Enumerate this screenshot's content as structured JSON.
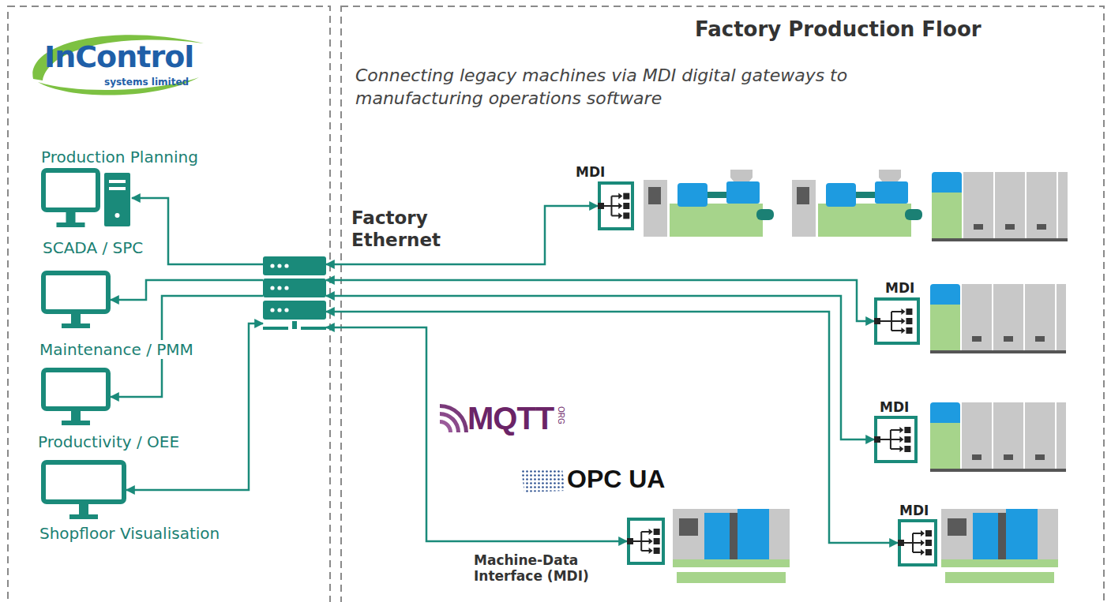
{
  "diagram": {
    "title": "Factory Production Floor",
    "caption": "Connecting legacy machines via MDI digital gateways to manufacturing operations software",
    "nodes": [
      {
        "text": [
          "Production Planning",
          "SCADA / SPC"
        ]
      },
      {
        "text": [
          "Maintenance / PMM"
        ]
      },
      {
        "text": [
          "Productivity / OEE"
        ]
      },
      {
        "text": [
          "Shopfloor Visualisation"
        ]
      },
      {
        "text": [
          "Factory Ethernet"
        ]
      },
      {
        "text": [
          "MDI"
        ]
      },
      {
        "text": [
          "MDI"
        ]
      },
      {
        "text": [
          "MDI"
        ]
      },
      {
        "text": [
          "MDI"
        ]
      },
      {
        "text": [
          "Machine-Data Interface (MDI)"
        ]
      }
    ],
    "edges": [
      {
        "from": 4,
        "to": 0,
        "arrow": "to"
      },
      {
        "from": 4,
        "to": 1,
        "arrow": "to"
      },
      {
        "from": 4,
        "to": 2,
        "arrow": "to"
      },
      {
        "from": 4,
        "to": 3,
        "arrow": "both"
      },
      {
        "from": 4,
        "to": 5,
        "arrow": "both"
      },
      {
        "from": 4,
        "to": 6,
        "arrow": "both"
      },
      {
        "from": 4,
        "to": 7,
        "arrow": "both"
      },
      {
        "from": 4,
        "to": 8,
        "arrow": "both"
      },
      {
        "from": 4,
        "to": 9,
        "arrow": "both"
      }
    ],
    "labels": [
      "InControl",
      "systems limited",
      "MQTT",
      "ORG",
      "OPC UA"
    ]
  }
}
